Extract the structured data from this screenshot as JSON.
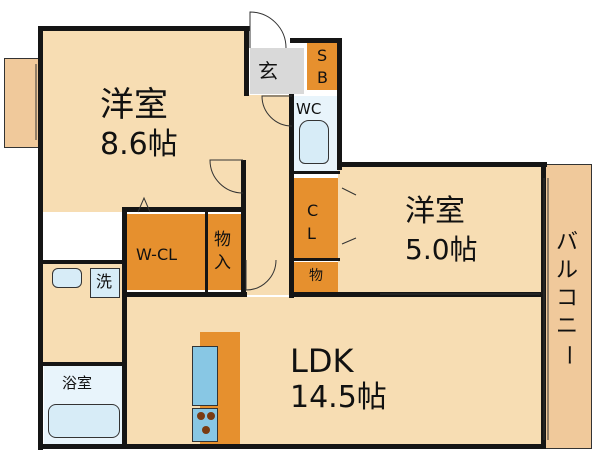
{
  "floorplan": {
    "colors": {
      "room_fill": "#f7ddb3",
      "storage_fill": "#e6902e",
      "wet_fill": "#e8f4fb",
      "entrance_fill": "#d9d9d9",
      "balcony_fill": "#f0c99b",
      "wall": "#151515",
      "kitchen_fixture": "#88c7e4",
      "kitchen_counter": "#e6902e"
    },
    "rooms": {
      "western_room_1": {
        "name": "洋室",
        "size": "8.6帖"
      },
      "western_room_2": {
        "name": "洋室",
        "size": "5.0帖"
      },
      "ldk": {
        "name": "LDK",
        "size": "14.5帖"
      },
      "entrance": {
        "name": "玄"
      },
      "shoe_box": {
        "name": "SB",
        "chars": [
          "S",
          "B"
        ]
      },
      "toilet": {
        "name": "WC"
      },
      "closet": {
        "name": "CL",
        "chars": [
          "C",
          "L"
        ]
      },
      "walk_in_closet": {
        "name": "W-CL"
      },
      "storage_1": {
        "name": "物入",
        "chars": [
          "物",
          "入"
        ]
      },
      "storage_2": {
        "name": "物"
      },
      "washroom": {
        "name": "洗"
      },
      "bathroom": {
        "name": "浴室"
      },
      "balcony": {
        "name": "バルコニー",
        "chars": [
          "バ",
          "ル",
          "コ",
          "ニ",
          "ー"
        ]
      }
    }
  }
}
